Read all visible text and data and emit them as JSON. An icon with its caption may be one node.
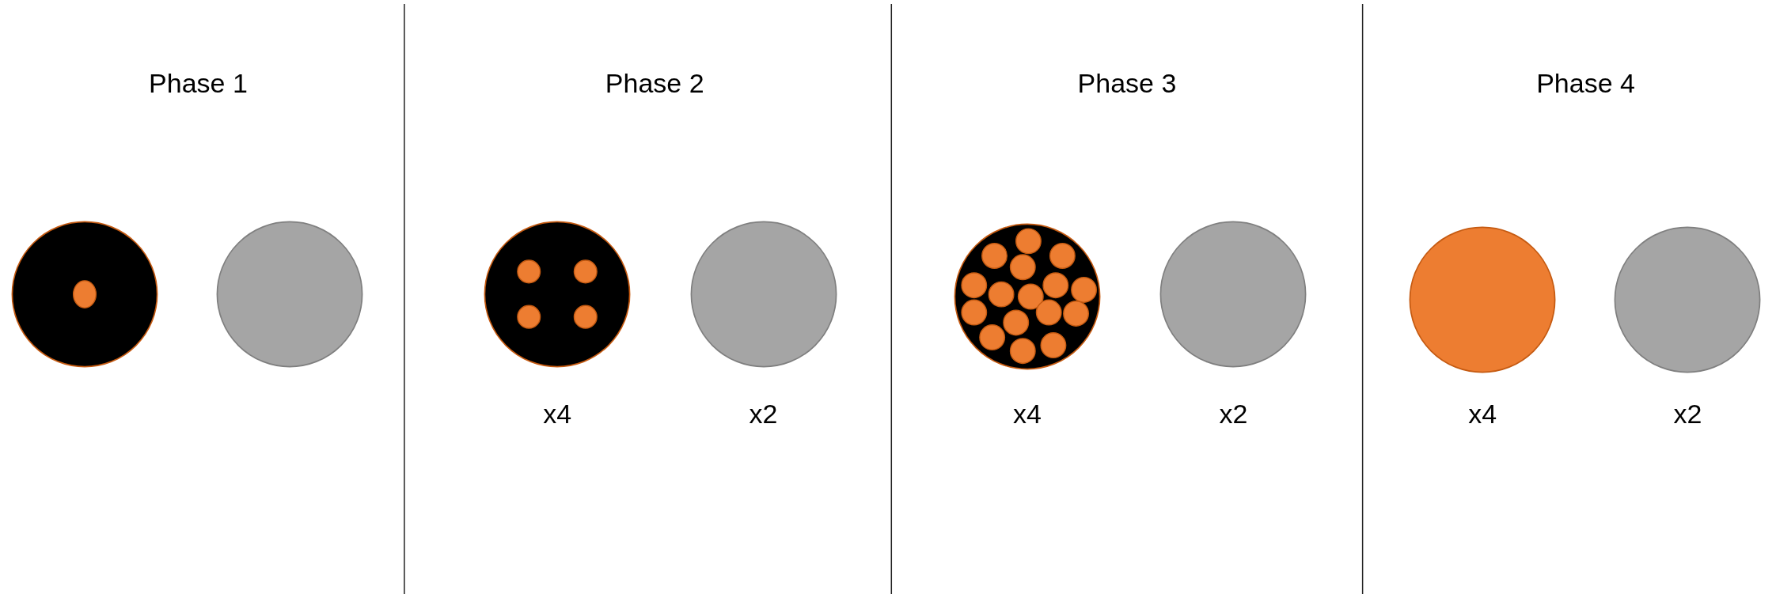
{
  "diagram": {
    "nodes": [
      {
        "text": [],
        "shape": "circle"
      },
      {
        "text": [],
        "shape": "circle"
      },
      {
        "text": [],
        "shape": "circle",
        "beside": [
          "x4"
        ]
      },
      {
        "text": [],
        "shape": "circle",
        "beside": [
          "x2"
        ]
      },
      {
        "text": [],
        "shape": "circle",
        "beside": [
          "x4"
        ]
      },
      {
        "text": [],
        "shape": "circle",
        "beside": [
          "x2"
        ]
      },
      {
        "text": [],
        "shape": "circle",
        "beside": [
          "x4"
        ]
      },
      {
        "text": [],
        "shape": "circle",
        "beside": [
          "x2"
        ]
      }
    ],
    "labels": [
      "Phase 1",
      "Phase 2",
      "Phase 3",
      "Phase 4"
    ]
  }
}
